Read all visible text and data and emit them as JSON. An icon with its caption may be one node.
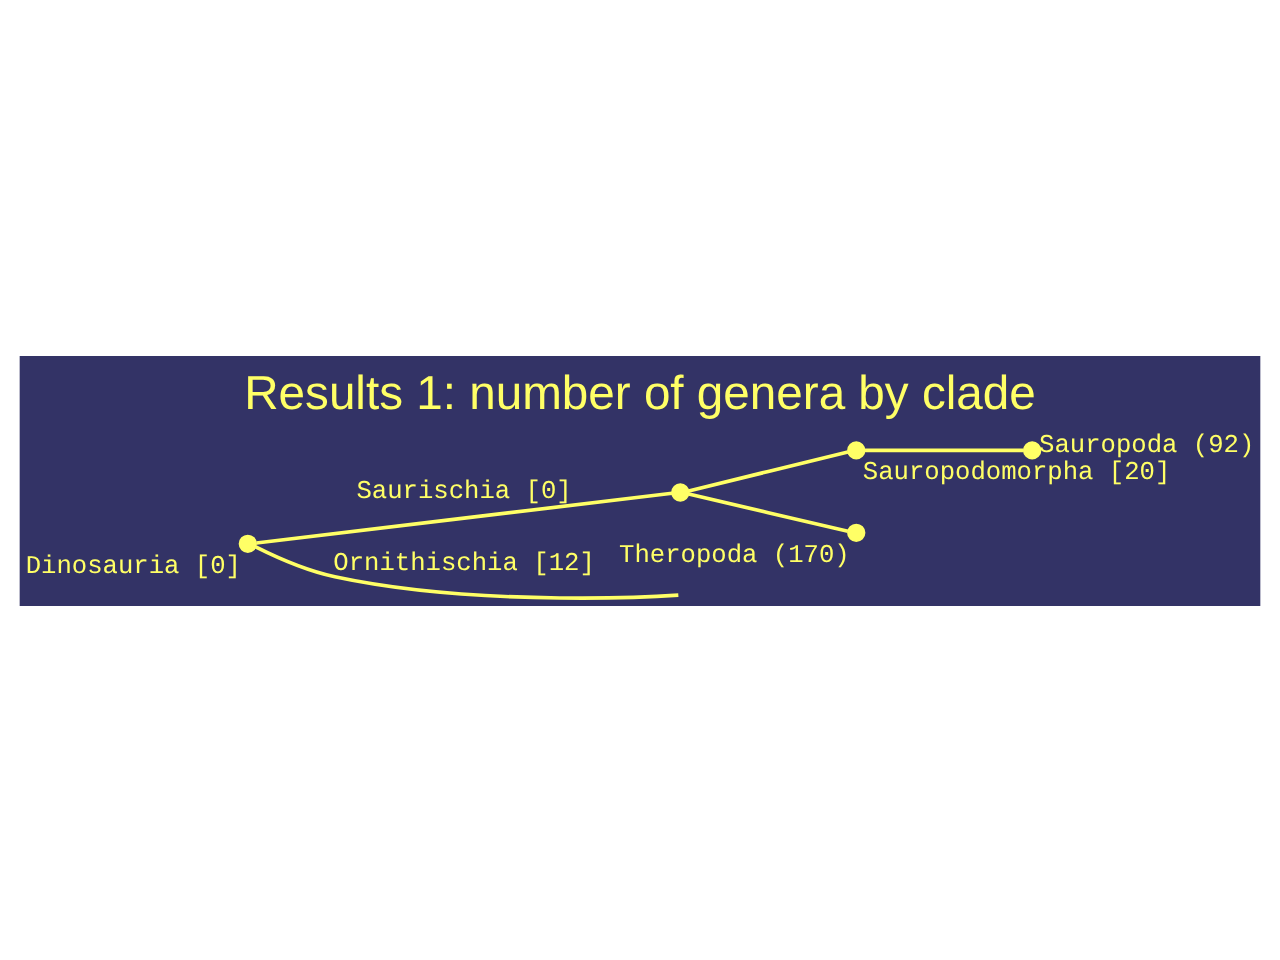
{
  "diagram": {
    "title": "Results 1: number of genera by clade",
    "nodes": [
      {
        "text": [],
        "shape": "circle",
        "beside": [
          "Dinosauria [0]"
        ]
      },
      {
        "text": [],
        "shape": "circle"
      },
      {
        "text": [],
        "shape": "circle",
        "beside": [
          "Sauropodomorpha [20]"
        ]
      },
      {
        "text": [],
        "shape": "circle",
        "beside": [
          "Sauropoda (92)"
        ]
      },
      {
        "text": [],
        "shape": "circle",
        "beside": [
          "Theropoda (170)"
        ]
      }
    ],
    "edges": [
      {
        "from": 0,
        "to": 1,
        "arrow": "none",
        "label": "Saurischia [0]"
      },
      {
        "from": 1,
        "to": 2,
        "arrow": "none"
      },
      {
        "from": 2,
        "to": 3,
        "arrow": "none"
      },
      {
        "from": 1,
        "to": 4,
        "arrow": "none"
      },
      {
        "from": 0,
        "to": null,
        "arrow": "none",
        "label": "Ornithischia [12]"
      }
    ]
  }
}
